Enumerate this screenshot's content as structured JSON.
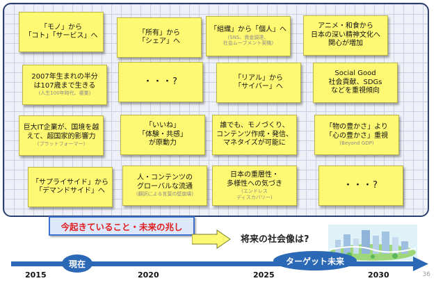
{
  "notes": [
    {
      "lines": [
        "「モノ」から",
        "「コト」「サービス」へ"
      ]
    },
    {
      "lines": [
        "「所有」から",
        "「シェア」へ"
      ]
    },
    {
      "lines": [
        "「組織」から「個人」へ"
      ],
      "sub": [
        "(SNS、資金調達、",
        "社会ムーブメント契機)"
      ]
    },
    {
      "lines": [
        "アニメ・和食から",
        "日本の深い精神文化へ",
        "関心が増加"
      ]
    },
    {
      "lines": [
        "2007年生まれの半分",
        "は107歳まで生きる"
      ],
      "sub2": [
        "(人生100年時代、複業)"
      ]
    },
    {
      "big": "・・・?"
    },
    {
      "lines": [
        "「リアル」から",
        "「サイバー」へ"
      ]
    },
    {
      "lines": [
        "Social Good",
        "社会貢献、SDGs",
        "などを重視傾向"
      ]
    },
    {
      "lines": [
        "巨大IT企業が、国境を越",
        "えて、超国家的影響力"
      ],
      "sub": [
        "(プラットフォーマー)"
      ]
    },
    {
      "lines": [
        "「いいね」",
        "「体験・共感」",
        "が原動力"
      ]
    },
    {
      "lines": [
        "誰でも、モノづくり、",
        "コンテンツ作成・発信、",
        "マネタイズが可能に"
      ]
    },
    {
      "lines": [
        "「物の豊かさ」より",
        "「心の豊かさ」重視"
      ],
      "sub": [
        "(Beyond GDP)"
      ]
    },
    {
      "lines": [
        "「サプライサイド」から",
        "「デマンドサイド」へ"
      ]
    },
    {
      "lines": [
        "人・コンテンツの",
        "グローバルな流通"
      ],
      "sub": [
        "(翻訳による言葉の壁崩壊)"
      ]
    },
    {
      "lines": [
        "日本の重層性・",
        "多様性への気づき"
      ],
      "sub": [
        "(エンドレス",
        "ディスカバリー)"
      ]
    },
    {
      "big": "・・・?"
    }
  ],
  "banner": "今起きていること・未来の兆し",
  "future_question": "将来の社会像は?",
  "timeline": {
    "years": [
      "2015",
      "2020",
      "2025",
      "2030"
    ],
    "now_label": "現在",
    "target_label": "ターゲット未来"
  },
  "page_number": "36"
}
